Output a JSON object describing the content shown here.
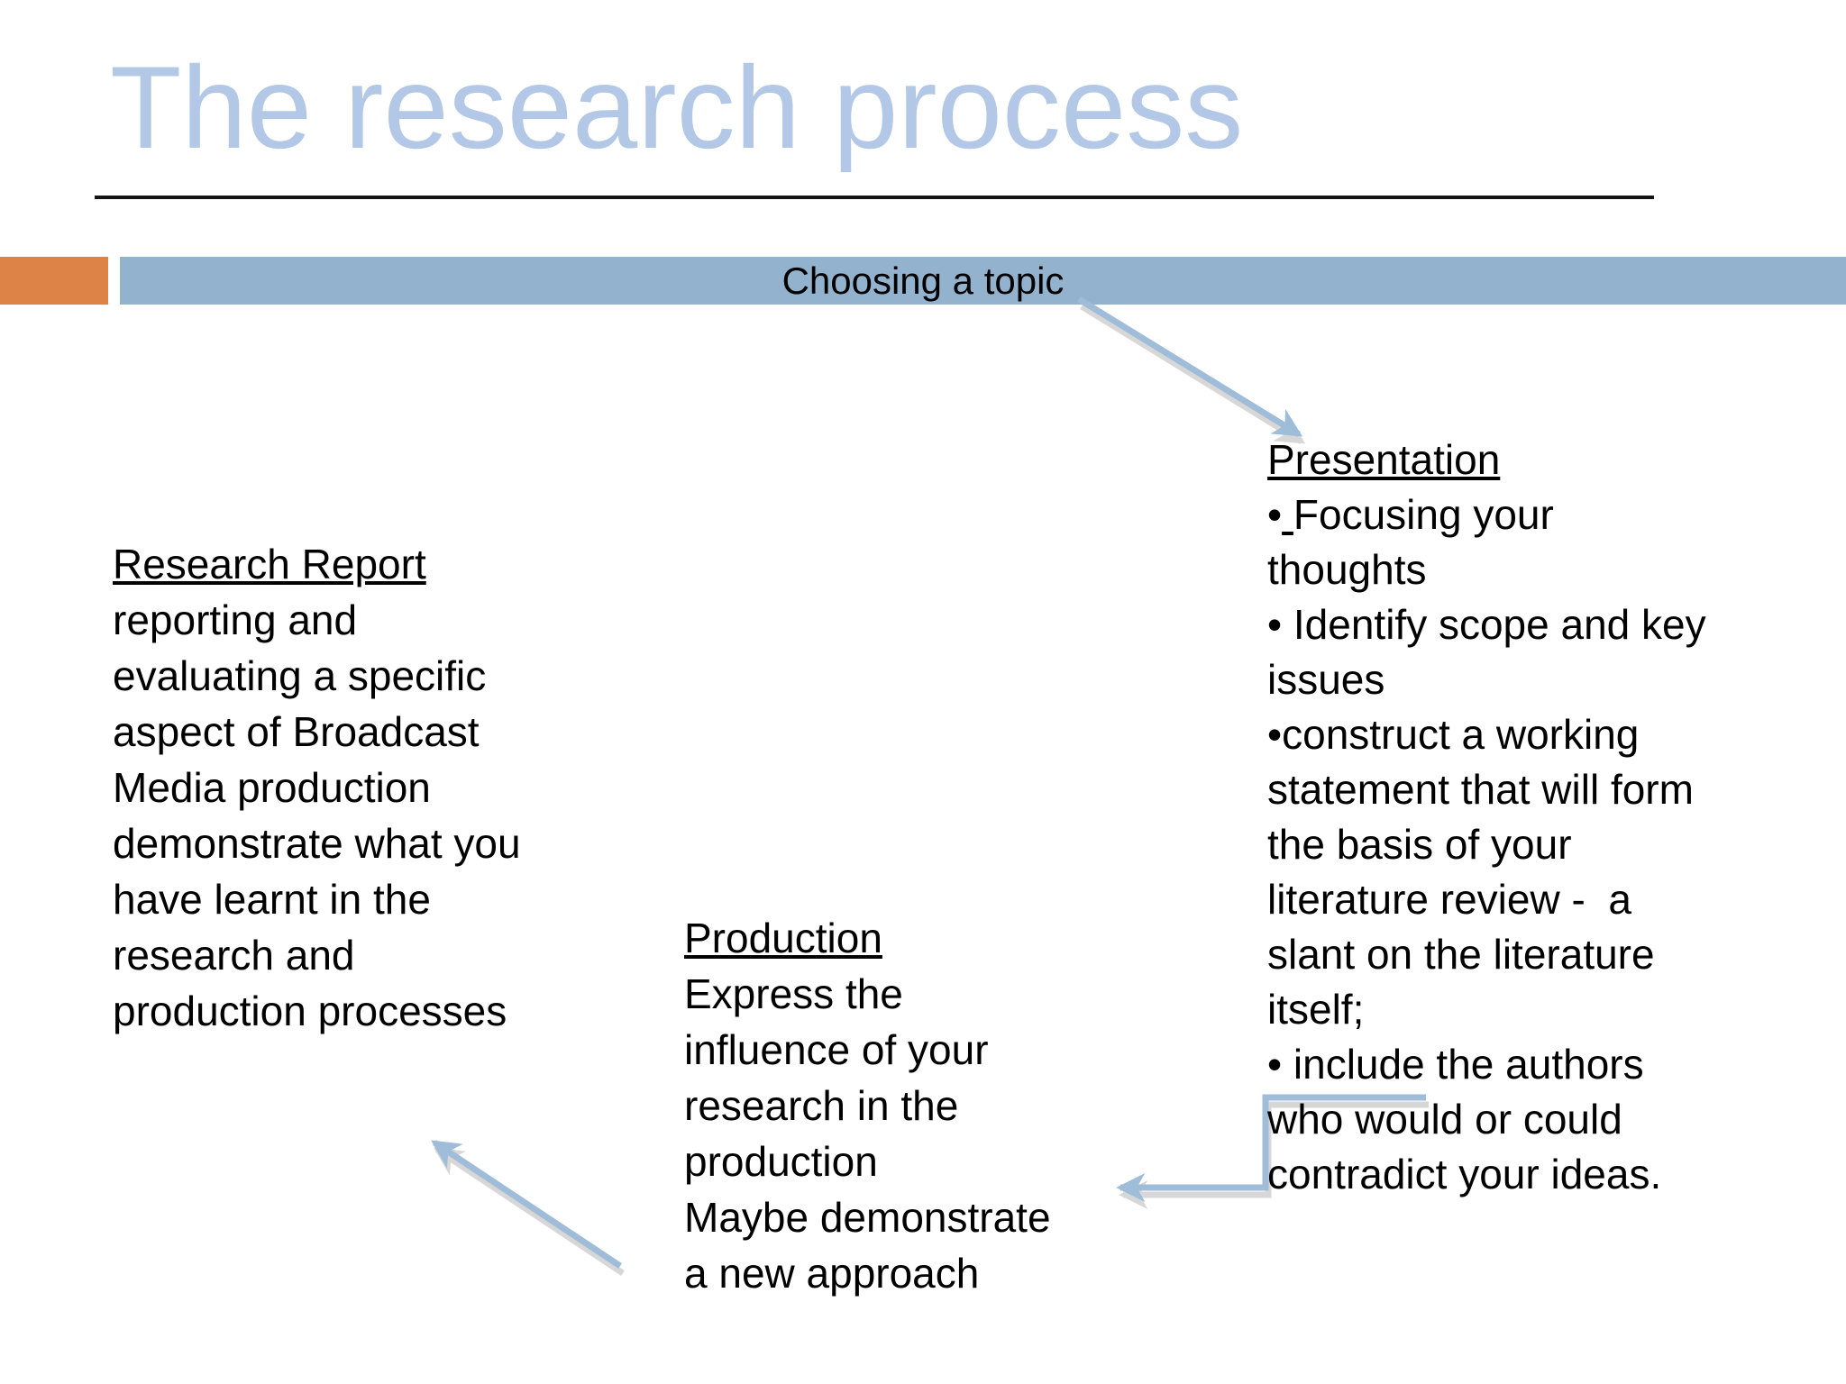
{
  "slide": {
    "title": "The research process",
    "banner": {
      "label": "Choosing a topic"
    },
    "blocks": {
      "research_report": {
        "heading": "Research Report",
        "lines": [
          "reporting and",
          "evaluating a specific",
          "aspect of Broadcast",
          "Media production",
          "demonstrate what you",
          "have learnt in the",
          "research and",
          "production processes"
        ]
      },
      "production": {
        "heading": "Production",
        "lines": [
          "Express the",
          "influence of your",
          "research in the",
          "production",
          "Maybe demonstrate",
          "a new approach"
        ]
      },
      "presentation": {
        "heading": "Presentation",
        "bullet_focus": {
          "bullet": "•",
          "space_underlined": true,
          "text": "Focusing your"
        },
        "lines": [
          "thoughts",
          "• Identify scope and key",
          "issues",
          "•construct a working",
          "statement that will form",
          "the basis of your",
          "literature review -  a",
          "slant on the literature",
          "itself;",
          "• include the authors",
          "who would or could",
          "contradict your ideas."
        ]
      }
    },
    "connectors": [
      {
        "name": "topic-to-presentation",
        "from": "choosing-a-topic-banner",
        "to": "presentation-block",
        "style": "straight-arrow"
      },
      {
        "name": "production-to-research-report",
        "from": "production-block",
        "to": "research-report-block",
        "style": "straight-arrow"
      },
      {
        "name": "presentation-to-production",
        "from": "presentation-block",
        "to": "production-block",
        "style": "elbow-arrow"
      }
    ],
    "colors": {
      "title_text": "#b2c8e6",
      "banner_background": "#92b2cd",
      "accent_orange": "#dd8347",
      "arrow_blue": "#9fbcd9",
      "body_text": "#000000",
      "rule_black": "#141414",
      "background": "#ffffff"
    }
  }
}
